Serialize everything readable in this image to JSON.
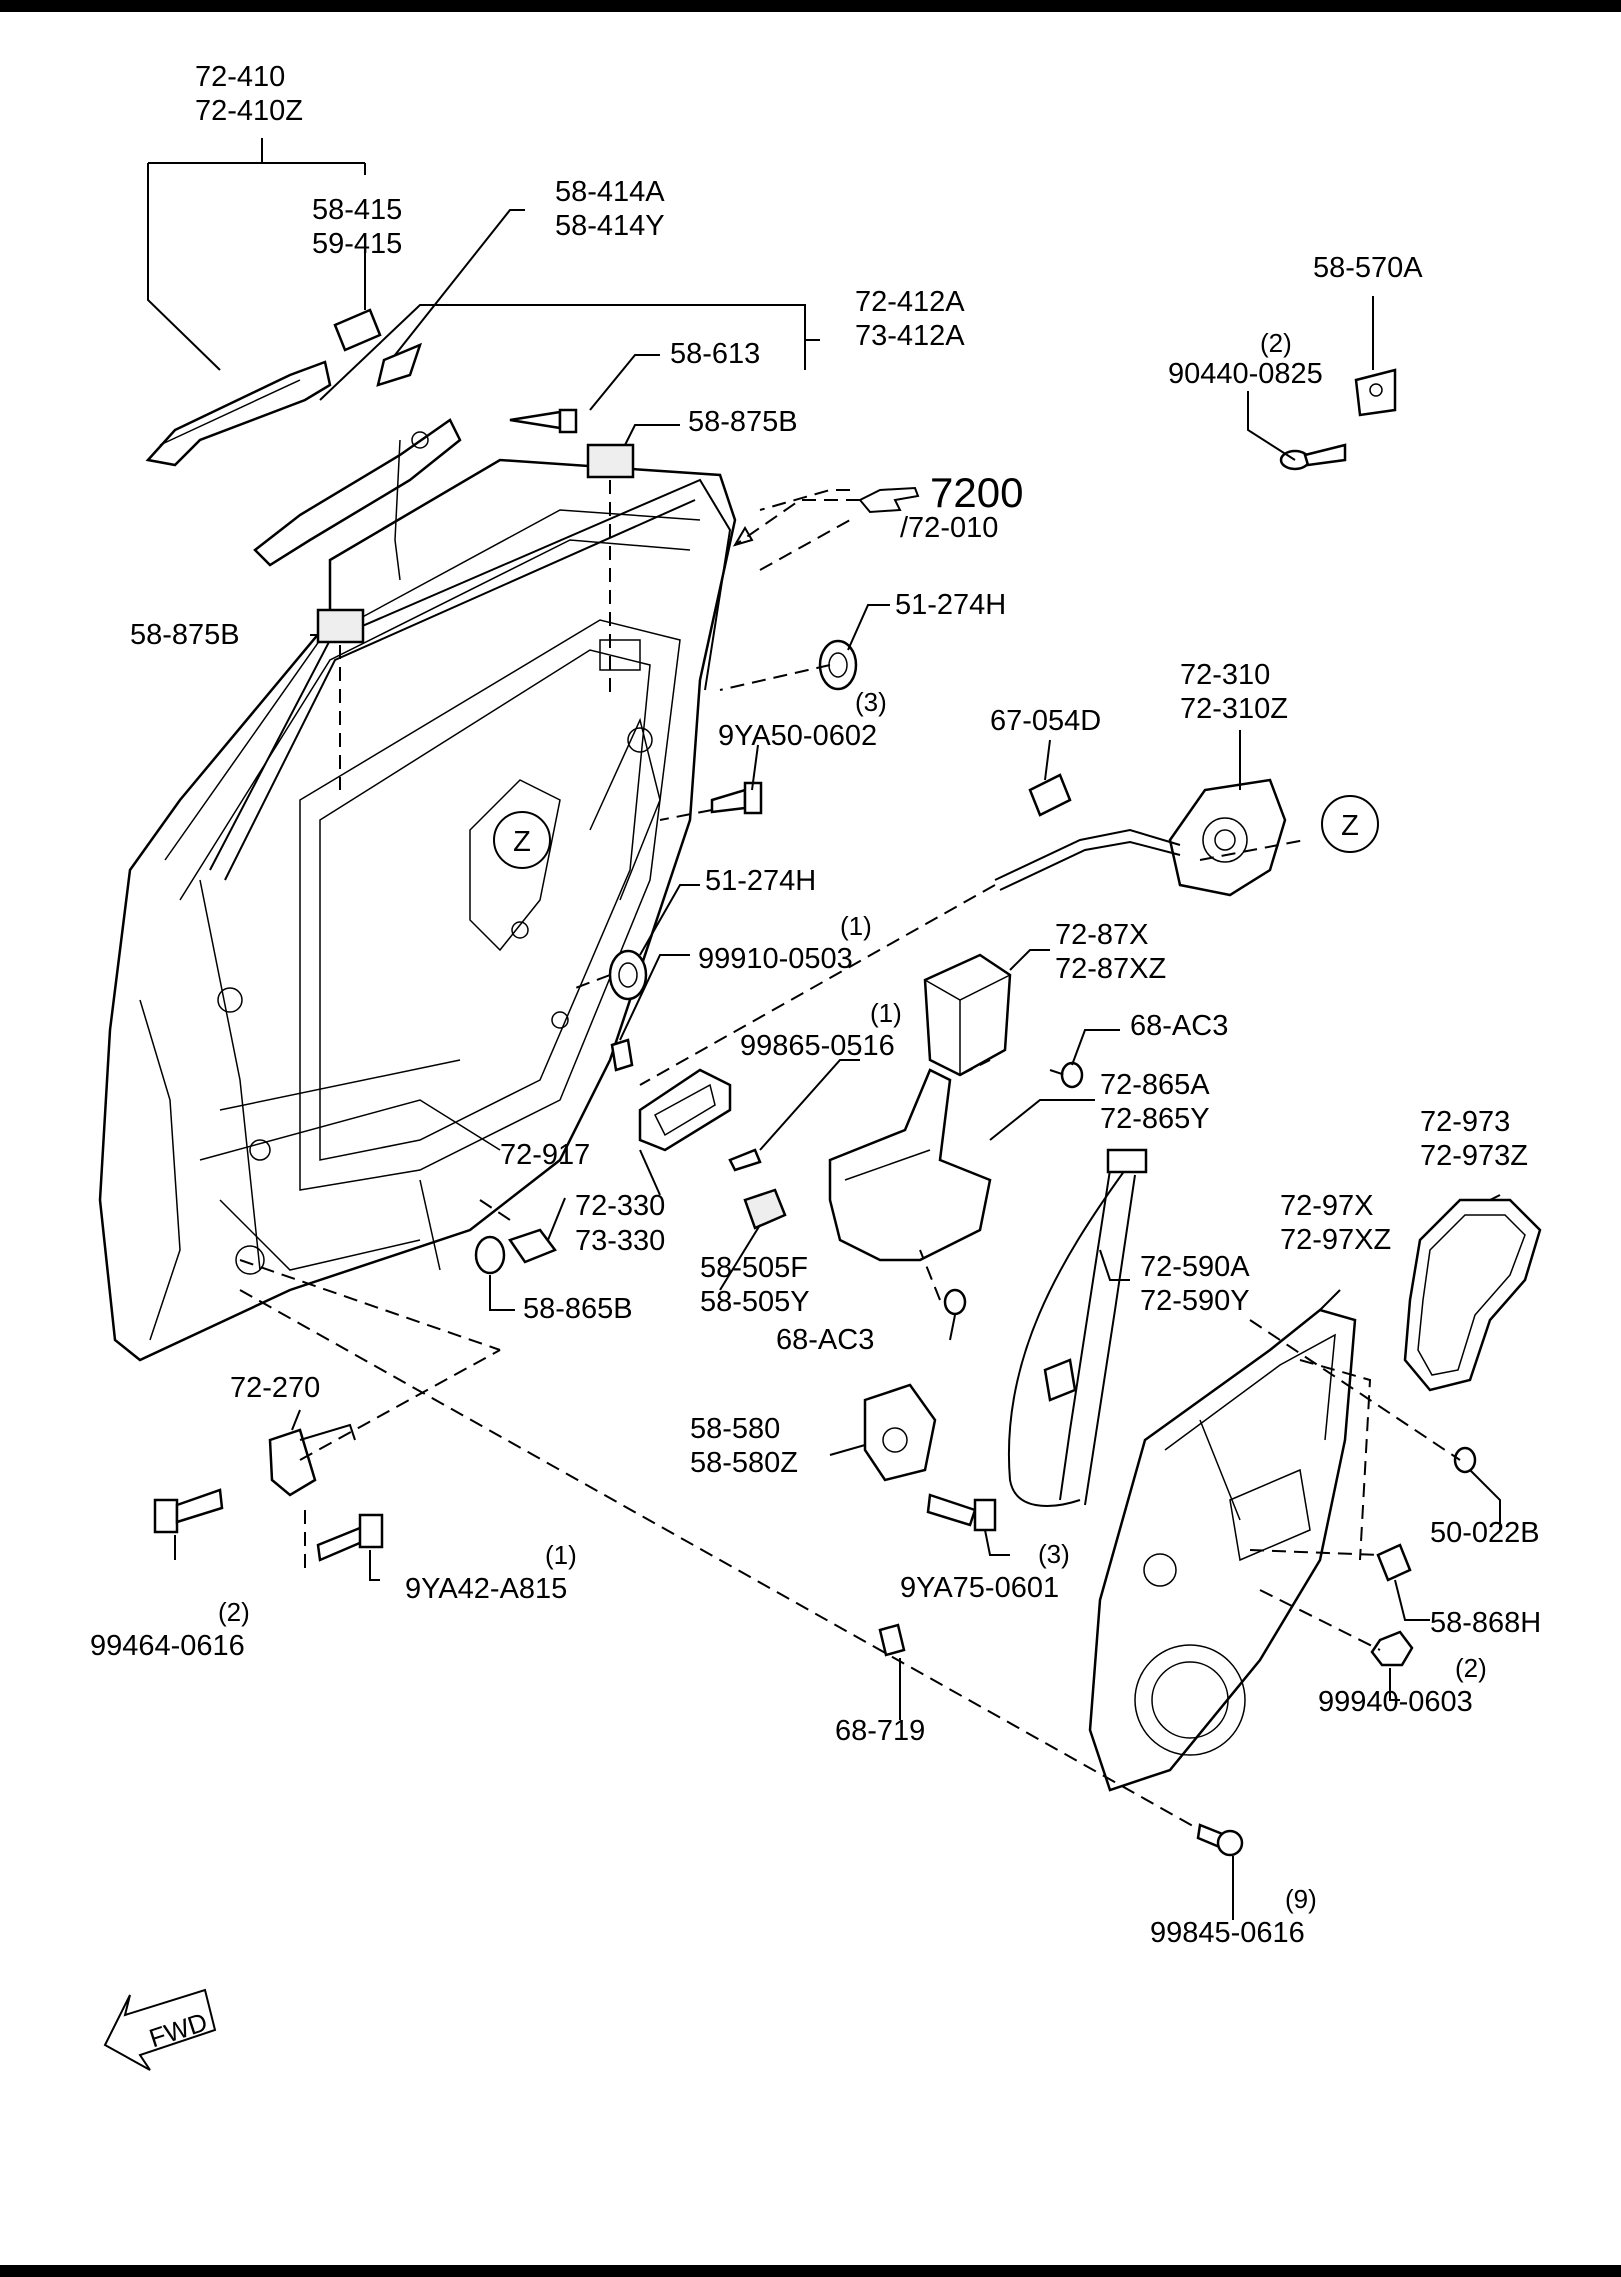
{
  "callout": {
    "section": "7200",
    "section_sub": "/72-010",
    "fwd": "FWD",
    "zone": "Z"
  },
  "labels": {
    "p72_410": "72-410",
    "p72_410z": "72-410Z",
    "p58_415": "58-415",
    "p59_415": "59-415",
    "p58_414a": "58-414A",
    "p58_414y": "58-414Y",
    "p72_412a": "72-412A",
    "p73_412a": "73-412A",
    "p58_613": "58-613",
    "p58_875b_top": "58-875B",
    "p58_875b_left": "58-875B",
    "p58_570a": "58-570A",
    "p90440_qty": "(2)",
    "p90440": "90440-0825",
    "p51_274h_a": "51-274H",
    "p9ya50_qty": "(3)",
    "p9ya50": "9YA50-0602",
    "p67_054d": "67-054D",
    "p72_310": "72-310",
    "p72_310z": "72-310Z",
    "p51_274h_b": "51-274H",
    "p99910_qty": "(1)",
    "p99910": "99910-0503",
    "p72_87x": "72-87X",
    "p72_87xz": "72-87XZ",
    "p99865_qty": "(1)",
    "p99865": "99865-0516",
    "p68_ac3_a": "68-AC3",
    "p72_865a": "72-865A",
    "p72_865y": "72-865Y",
    "p72_917": "72-917",
    "p72_330": "72-330",
    "p73_330": "73-330",
    "p72_973": "72-973",
    "p72_973z": "72-973Z",
    "p72_97x": "72-97X",
    "p72_97xz": "72-97XZ",
    "p58_505f": "58-505F",
    "p58_505y": "58-505Y",
    "p58_865b": "58-865B",
    "p72_590a": "72-590A",
    "p72_590y": "72-590Y",
    "p68_ac3_b": "68-AC3",
    "p72_270": "72-270",
    "p58_580": "58-580",
    "p58_580z": "58-580Z",
    "p50_022b": "50-022B",
    "p9ya42_qty": "(1)",
    "p9ya42": "9YA42-A815",
    "p9ya75_qty": "(3)",
    "p9ya75": "9YA75-0601",
    "p58_868h": "58-868H",
    "p99464_qty": "(2)",
    "p99464": "99464-0616",
    "p99940_qty": "(2)",
    "p99940": "99940-0603",
    "p68_719": "68-719",
    "p99845_qty": "(9)",
    "p99845": "99845-0616"
  }
}
